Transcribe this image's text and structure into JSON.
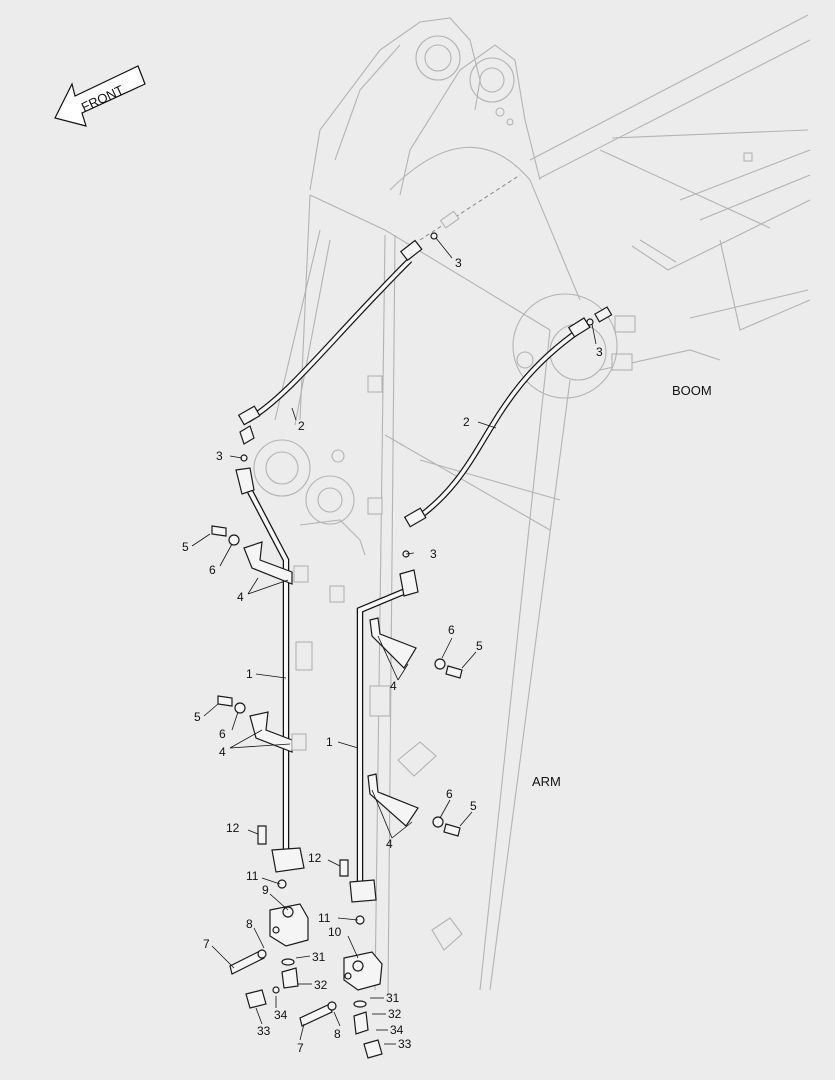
{
  "direction_arrow": {
    "label": "FRONT"
  },
  "sections": {
    "boom": "BOOM",
    "arm": "ARM"
  },
  "callouts": [
    {
      "id": "c3a",
      "text": "3"
    },
    {
      "id": "c3b",
      "text": "3"
    },
    {
      "id": "c3c",
      "text": "3"
    },
    {
      "id": "c3d",
      "text": "3"
    },
    {
      "id": "c2a",
      "text": "2"
    },
    {
      "id": "c2b",
      "text": "2"
    },
    {
      "id": "c5a",
      "text": "5"
    },
    {
      "id": "c6a",
      "text": "6"
    },
    {
      "id": "c4a",
      "text": "4"
    },
    {
      "id": "c1a",
      "text": "1"
    },
    {
      "id": "c5b",
      "text": "5"
    },
    {
      "id": "c6b",
      "text": "6"
    },
    {
      "id": "c4b",
      "text": "4"
    },
    {
      "id": "c6c",
      "text": "6"
    },
    {
      "id": "c5c",
      "text": "5"
    },
    {
      "id": "c4c",
      "text": "4"
    },
    {
      "id": "c1b",
      "text": "1"
    },
    {
      "id": "c6d",
      "text": "6"
    },
    {
      "id": "c5d",
      "text": "5"
    },
    {
      "id": "c4d",
      "text": "4"
    },
    {
      "id": "c12a",
      "text": "12"
    },
    {
      "id": "c12b",
      "text": "12"
    },
    {
      "id": "c11a",
      "text": "11"
    },
    {
      "id": "c9",
      "text": "9"
    },
    {
      "id": "c11b",
      "text": "11"
    },
    {
      "id": "c10",
      "text": "10"
    },
    {
      "id": "c8a",
      "text": "8"
    },
    {
      "id": "c7a",
      "text": "7"
    },
    {
      "id": "c31a",
      "text": "31"
    },
    {
      "id": "c32a",
      "text": "32"
    },
    {
      "id": "c34a",
      "text": "34"
    },
    {
      "id": "c33a",
      "text": "33"
    },
    {
      "id": "c7b",
      "text": "7"
    },
    {
      "id": "c8b",
      "text": "8"
    },
    {
      "id": "c31b",
      "text": "31"
    },
    {
      "id": "c32b",
      "text": "32"
    },
    {
      "id": "c34b",
      "text": "34"
    },
    {
      "id": "c33b",
      "text": "33"
    }
  ]
}
